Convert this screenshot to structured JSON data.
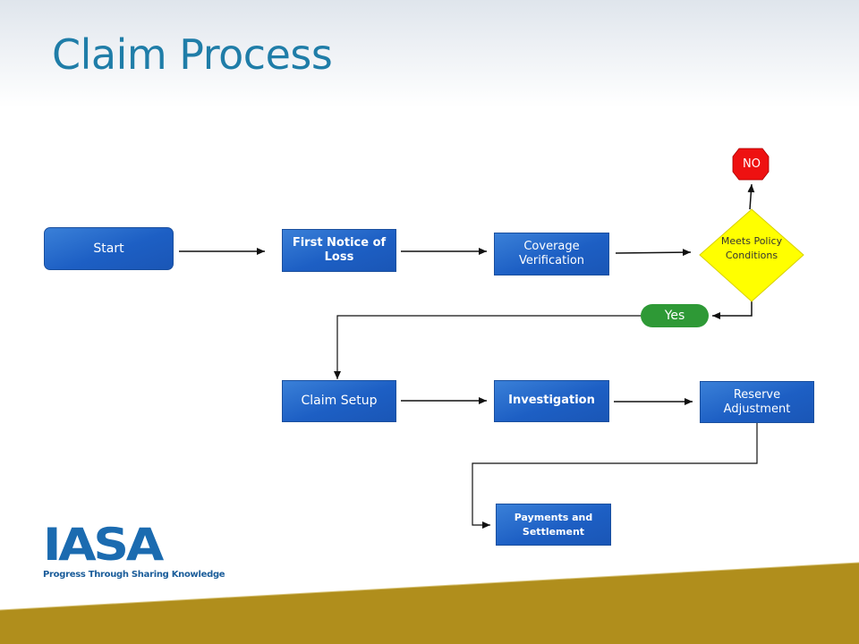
{
  "slide": {
    "title": "Claim Process"
  },
  "flowchart": {
    "nodes": {
      "start": "Start",
      "first_notice": "First Notice of Loss",
      "coverage": "Coverage Verification",
      "decision": "Meets Policy Conditions",
      "no": "NO",
      "yes": "Yes",
      "claim_setup": "Claim Setup",
      "investigation": "Investigation",
      "reserve": "Reserve Adjustment",
      "payments": "Payments and Settlement"
    }
  },
  "logo": {
    "wordmark": "IASA",
    "tagline": "Progress Through Sharing Knowledge"
  },
  "colors": {
    "title": "#1f7da8",
    "process_box": "#1d5fc4",
    "decision": "#ffff00",
    "stop": "#ee1111",
    "yes": "#2e9936",
    "band": "#b08e1c",
    "logo": "#1b6bb0"
  }
}
